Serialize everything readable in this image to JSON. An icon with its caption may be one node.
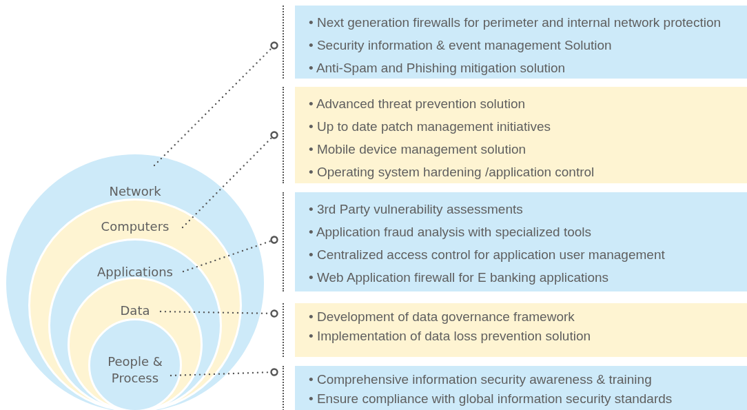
{
  "diagram": {
    "nodes": [
      {
        "text": [
          "Network"
        ]
      },
      {
        "text": [
          "Computers"
        ],
        "in": 0
      },
      {
        "text": [
          "Applications"
        ],
        "in": 1
      },
      {
        "text": [
          "Data"
        ],
        "in": 2
      },
      {
        "text": [
          "People & Process"
        ],
        "in": 3
      },
      {
        "text": [
          "• Next generation firewalls for perimeter and internal network protection",
          "• Security information & event management Solution",
          "• Anti-Spam and Phishing mitigation solution"
        ]
      },
      {
        "text": [
          "• Advanced threat prevention solution",
          "• Up to date patch management initiatives",
          "• Mobile device management solution",
          "• Operating system hardening /application control"
        ]
      },
      {
        "text": [
          "• 3rd Party vulnerability assessments",
          "• Application fraud analysis with specialized tools",
          "• Centralized access control for application user management",
          "• Web Application firewall for E banking applications"
        ]
      },
      {
        "text": [
          "• Development of data governance framework",
          "• Implementation of data loss prevention solution"
        ]
      },
      {
        "text": [
          "• Comprehensive information security awareness & training",
          "• Ensure compliance with global information security standards"
        ]
      }
    ],
    "edges": [
      {
        "from": 0,
        "to": 5,
        "arrow": "other",
        "style": "dashed"
      },
      {
        "from": 1,
        "to": 6,
        "arrow": "other",
        "style": "dashed"
      },
      {
        "from": 2,
        "to": 7,
        "arrow": "other",
        "style": "dashed"
      },
      {
        "from": 3,
        "to": 8,
        "arrow": "other",
        "style": "dashed"
      },
      {
        "from": 4,
        "to": 9,
        "arrow": "other",
        "style": "dashed"
      }
    ]
  }
}
